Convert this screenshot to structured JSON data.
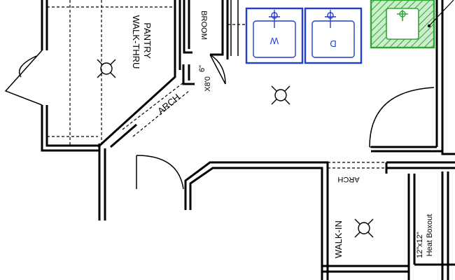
{
  "plan": {
    "rooms": {
      "pantry": [
        "WALK-THRU",
        "PANTRY"
      ],
      "broom": "BROOM",
      "arch_pantry": "ARCH",
      "arch_right": "ARCH",
      "walk_in": "WALK-IN",
      "dimension": "6\"",
      "dimension2": "X8'0",
      "boxout": [
        "12\"x12\"",
        "Heat Boxout"
      ]
    },
    "appliances": {
      "washer": "W",
      "dryer": "D"
    },
    "colors": {
      "walls": "#000000",
      "appliances": "#1f3fd1",
      "sink": "#2fa82f",
      "sink_fill": "#cdeecd"
    },
    "icons": [
      "ceiling-light-icon",
      "sink-faucet-icon",
      "door-swing-icon"
    ]
  }
}
